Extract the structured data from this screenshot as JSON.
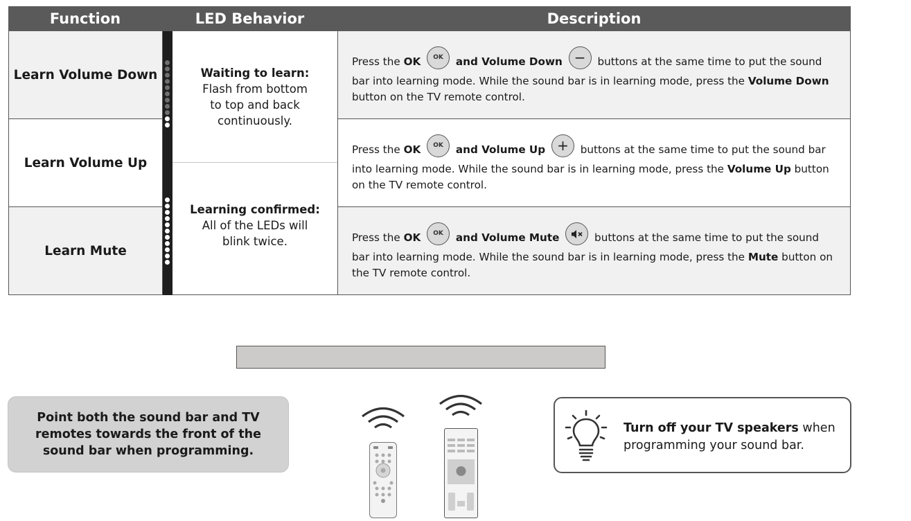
{
  "table": {
    "headers": {
      "function": "Function",
      "led": "LED Behavior",
      "description": "Description"
    },
    "rows": [
      {
        "function": "Learn Volume Down",
        "desc": {
          "t1": "Press the ",
          "ok": "OK",
          "t2": "and Volume Down",
          "t3": " buttons at the same time to put the sound bar into learning mode. While the sound bar is in learning mode, press the ",
          "bold": "Volume Down",
          "t4": " button on the TV remote control.",
          "icon": "minus-icon"
        }
      },
      {
        "function": "Learn Volume Up",
        "desc": {
          "t1": "Press the ",
          "ok": "OK",
          "t2": "and Volume Up",
          "t3": " buttons at the same time to put the sound bar into learning mode. While the sound bar is in learning mode, press the ",
          "bold": "Volume Up",
          "t4": " button on the TV remote control.",
          "icon": "plus-icon"
        }
      },
      {
        "function": "Learn Mute",
        "desc": {
          "t1": "Press the ",
          "ok": "OK",
          "t2": "and Volume Mute",
          "t3": " buttons at the same time to put the sound bar into learning mode. While the sound bar is in learning mode, press the ",
          "bold": "Mute",
          "t4": " button on the TV remote control.",
          "icon": "mute-icon"
        }
      }
    ],
    "led_behavior": [
      {
        "title": "Waiting to learn:",
        "text": "Flash from bottom to top and back continuously."
      },
      {
        "title": "Learning confirmed:",
        "text": "All of the LEDs will blink twice."
      }
    ],
    "ok_button_label": "OK"
  },
  "tip_left": "Point both the sound bar and TV remotes towards the front of the sound bar when programming.",
  "tip_right": {
    "bold": "Turn off your TV speakers",
    "text": " when programming your sound bar."
  },
  "icons": [
    "ok-button-icon",
    "minus-icon",
    "plus-icon",
    "mute-icon",
    "wifi-signal-icon",
    "remote-icon",
    "lightbulb-icon"
  ],
  "colors": {
    "header_bg": "#5a5a5a",
    "row_grey": "#f1f1f1",
    "soundbar": "#cdcbca",
    "tip_bg": "#d2d2d2"
  }
}
